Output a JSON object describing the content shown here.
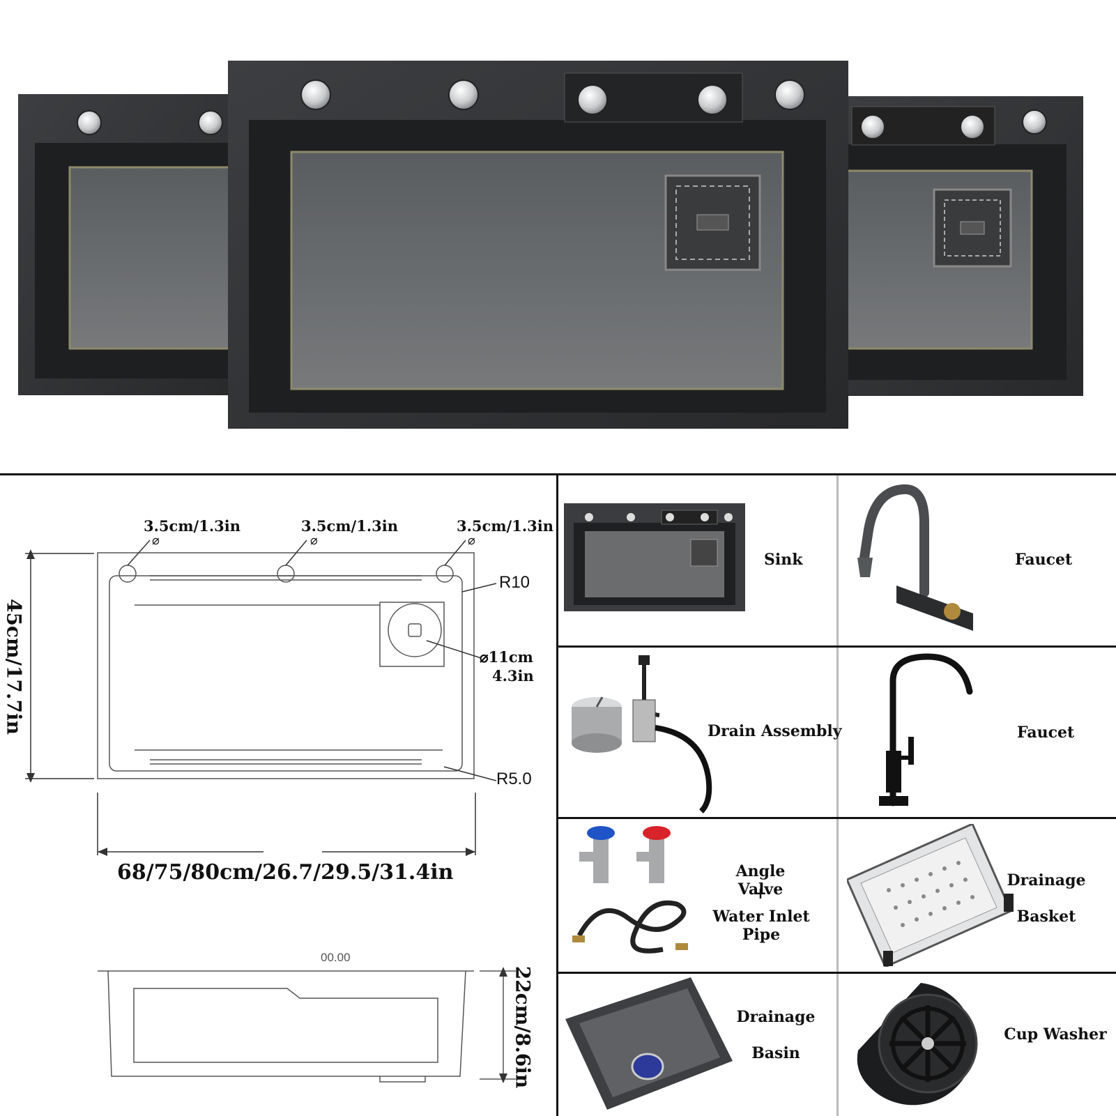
{
  "diagram": {
    "hole_label_1": "3.5cm/1.3in",
    "hole_label_2": "3.5cm/1.3in",
    "hole_label_3": "3.5cm/1.3in",
    "phi": "⌀",
    "corner_radius_top": "R10",
    "corner_radius_bottom": "R5.0",
    "drain_diameter_cm": "⌀11cm",
    "drain_diameter_in": "4.3in",
    "height": "45cm/17.7in",
    "width": "68/75/80cm/26.7/29.5/31.4in",
    "depth": "22cm/8.6in",
    "side_mark": "00.00"
  },
  "accessories": [
    {
      "label": "Sink"
    },
    {
      "label": "Faucet"
    },
    {
      "label": "Drain Assembly"
    },
    {
      "label": "Faucet"
    },
    {
      "label": "Angle Valve",
      "plus": "+",
      "label2": "Water Inlet Pipe"
    },
    {
      "label": "Drainage",
      "label2": "Basket"
    },
    {
      "label": "Drainage",
      "label2": "Basin"
    },
    {
      "label": "Cup Washer"
    }
  ],
  "colors": {
    "sink_dark": "#2e2f31",
    "sink_mid": "#55585b",
    "sink_basin": "#6b6d6e",
    "divider": "#111111"
  }
}
